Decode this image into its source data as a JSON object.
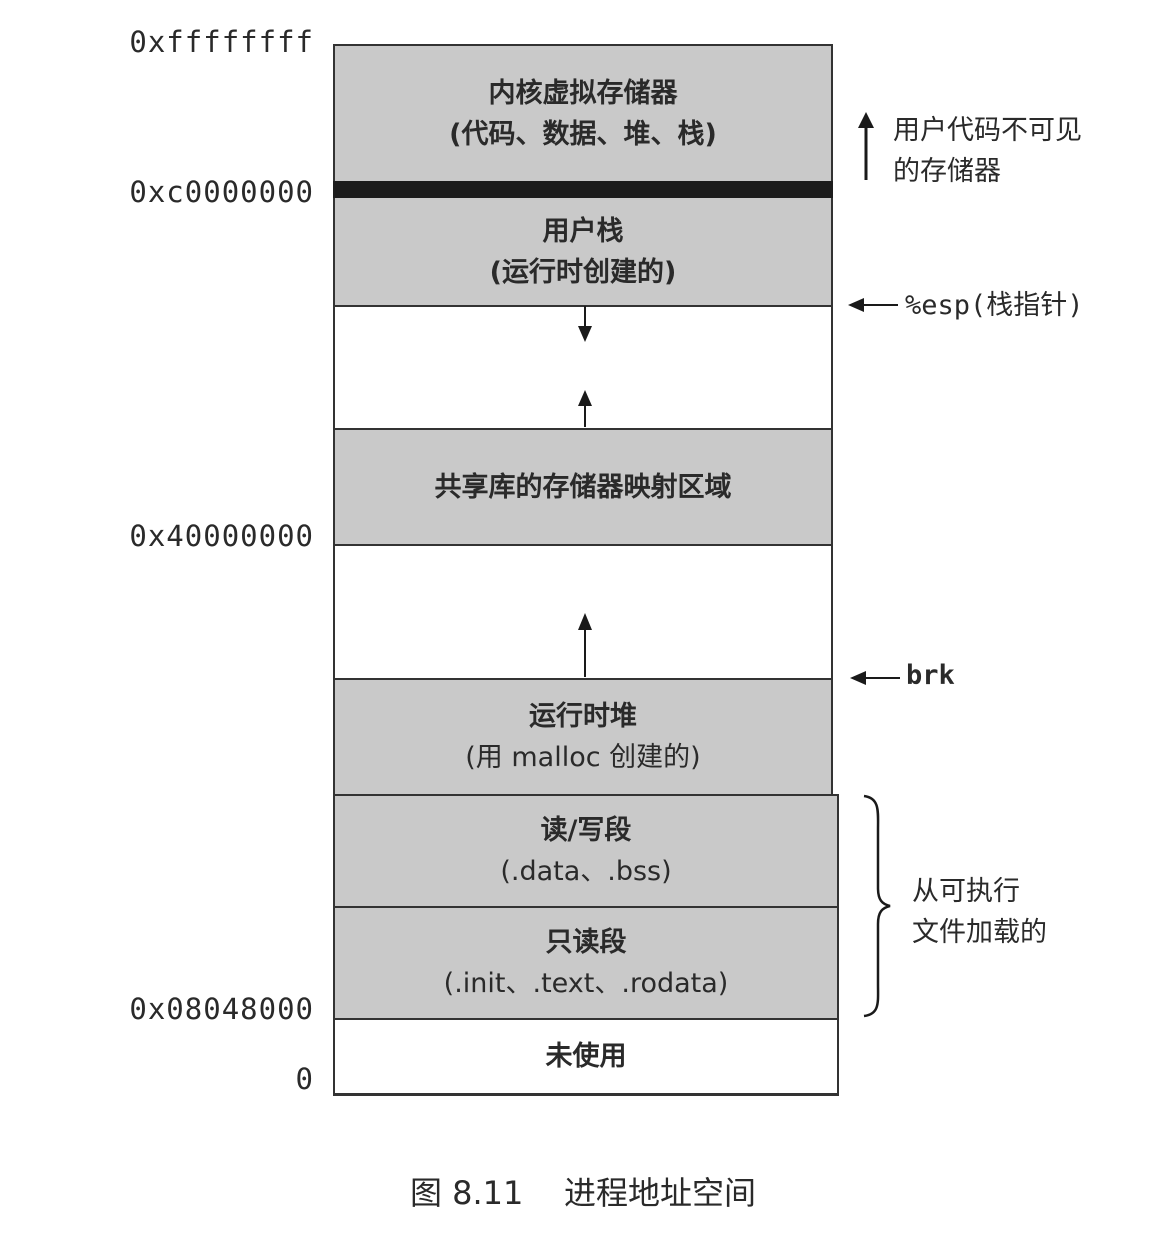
{
  "addresses": {
    "top": "0xffffffff",
    "kernel_base": "0xc0000000",
    "shared_lib_base": "0x40000000",
    "program_base": "0x08048000",
    "zero": "0"
  },
  "regions": {
    "kernel": {
      "line1": "内核虚拟存储器",
      "line2": "(代码、数据、堆、栈)"
    },
    "user_stack": {
      "line1": "用户栈",
      "line2": "(运行时创建的)"
    },
    "shared_libs": {
      "line1": "共享库的存储器映射区域"
    },
    "heap": {
      "line1": "运行时堆",
      "line2": "(用 malloc 创建的)"
    },
    "rw_segment": {
      "line1": "读/写段",
      "line2": "(.data、.bss)"
    },
    "ro_segment": {
      "line1": "只读段",
      "line2": "(.init、.text、.rodata)"
    },
    "unused": {
      "line1": "未使用"
    }
  },
  "annotations": {
    "kernel_note_line1": "用户代码不可见",
    "kernel_note_line2": "的存储器",
    "esp_label": "%esp(栈指针)",
    "brk_label": "brk",
    "loaded_line1": "从可执行",
    "loaded_line2": "文件加载的"
  },
  "caption": "图 8.11    进程地址空间",
  "colors": {
    "shaded": "#c9c9c9",
    "border": "#333333",
    "kernel_bar": "#1c1c1c",
    "text": "#2a2a2a"
  }
}
